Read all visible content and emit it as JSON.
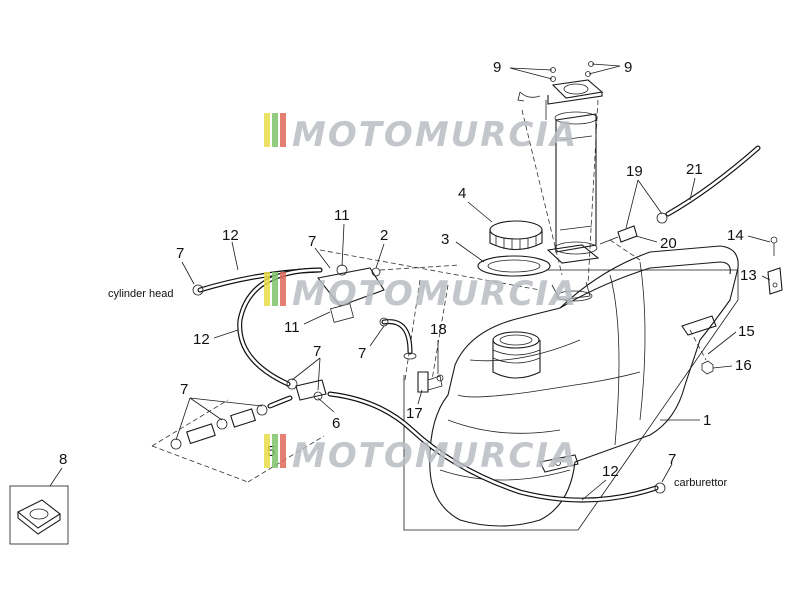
{
  "diagram": {
    "callouts": [
      "9",
      "9",
      "19",
      "21",
      "4",
      "3",
      "20",
      "14",
      "13",
      "11",
      "2",
      "7",
      "12",
      "7",
      "11",
      "12",
      "7",
      "18",
      "15",
      "16",
      "7",
      "6",
      "17",
      "1",
      "8",
      "5",
      "12",
      "7"
    ],
    "labels": {
      "cylinder_head": "cylinder head",
      "carburettor": "carburettor"
    },
    "watermark": "MOTOMURCIA",
    "colors": {
      "line": "#1a1a1a",
      "watermark_text": "#b9bec4",
      "watermark_stripe_yellow": "#e8dc4a",
      "watermark_stripe_green": "#7fc46a",
      "watermark_stripe_red": "#e06a5a"
    }
  }
}
